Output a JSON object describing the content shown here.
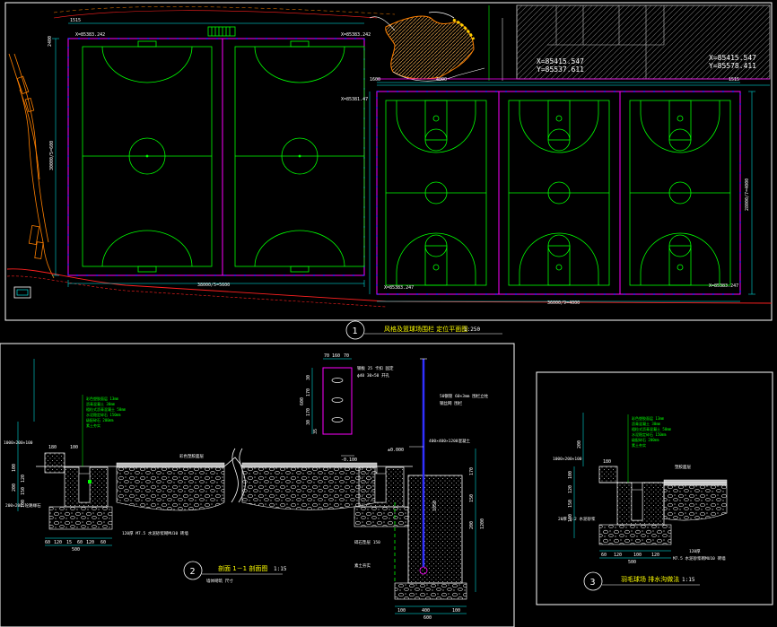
{
  "colors": {
    "background": "#000000",
    "frame": "#ffffff",
    "court_line": "#00ff00",
    "dimension": "#00ffff",
    "fence": "#ff00ff",
    "fence_post": "#3030ff",
    "boundary": "#ff2020",
    "terrain": "#ff8000",
    "hatch": "#c0a070",
    "label": "#ffff00",
    "soil": "#e0e0e0"
  },
  "plan": {
    "title": "风格及篮球场围栏  定位平面图",
    "scale": "1:250",
    "number": "1",
    "coord_a_x": "X=85415.547",
    "coord_a_y": "Y=85537.611",
    "coord_b_x": "X=85415.547",
    "coord_b_y": "Y=85578.411",
    "coord_c": "X=85383.242",
    "coord_d": "X=85383.242",
    "coord_e": "X=85381.47",
    "coord_f": "X=85383.247",
    "coord_g": "X=85383.247",
    "dim_football_width": "38000/5=5600",
    "dim_football_height": "30000/5=600",
    "dim_basketball_width": "36000/9=4000",
    "dim_basketball_height": "28000/7=4000",
    "dim_small": "1515",
    "dim_2400": "2400",
    "dim_1600": "1600",
    "dim_4000": "4000"
  },
  "section": {
    "title": "剖面 1－1 剖面图",
    "scale": "1:15",
    "number": "2",
    "subtitle": "墙体砌筑 尺寸",
    "elev_top": "±0.000",
    "elev_low": "-0.100",
    "note_post": "50钢管 60×3mm 围栏立柱",
    "note_post2": "钢丝网 围栏",
    "note_base": "400×400×1200混凝土",
    "note_plate": "钢板 25 卡扣 固定",
    "note_plate2": "ф40 30×50 开孔",
    "note_mesh": "彩色塑胶面层",
    "note_drain": "120厚 M7.5 水泥砂浆砌MU10 砖墙",
    "note_gravel": "碎石垫层 150",
    "note_soil": "素土夯实",
    "note_curb": "1000×200×100",
    "note_curb2": "200×200 砼路缘石",
    "layer_notes": [
      "彩色塑胶面层 13mm",
      "沥青混凝土 30mm",
      "粗粒式沥青混凝土 50mm",
      "水泥稳定碎石 150mm",
      "级配碎石 200mm",
      "素土夯实"
    ],
    "dims_plate": [
      "70",
      "160",
      "70"
    ],
    "dims_plate_v": [
      "30",
      "170",
      "170",
      "30",
      "35"
    ],
    "dim_600": "600",
    "dims_bottom": [
      "60",
      "120",
      "15",
      "60",
      "120",
      "60"
    ],
    "dim_500": "500",
    "dims_post_bottom": [
      "100",
      "400",
      "100"
    ],
    "dim_600b": "600",
    "dims_post_v": [
      "170",
      "150",
      "200",
      "1200"
    ],
    "dim_1050": "1050",
    "dims_left_v": [
      "100",
      "120",
      "150",
      "100"
    ],
    "dim_200": "200",
    "dim_100": "100",
    "dim_180": "180"
  },
  "detail": {
    "title": "羽毛球场  排水沟做法",
    "scale": "1:15",
    "number": "3",
    "note_curb": "1000×200×100",
    "note_surface": "塑胶面层",
    "note_wall": "120厚",
    "note_wall2": "M7.5 水泥砂浆砌MU10 砖墙",
    "layer_notes": [
      "彩色塑胶面层 13mm",
      "沥青混凝土 30mm",
      "粗粒式沥青混凝土 50mm",
      "水泥稳定碎石 150mm",
      "级配碎石 200mm",
      "素土夯实"
    ],
    "note_grate": "20厚 1:2 水泥砂浆",
    "dims_v": [
      "100",
      "120",
      "150",
      "100",
      "200"
    ],
    "dims_bottom": [
      "60",
      "120",
      "100",
      "120"
    ],
    "dim_500": "500",
    "dim_180": "180"
  }
}
